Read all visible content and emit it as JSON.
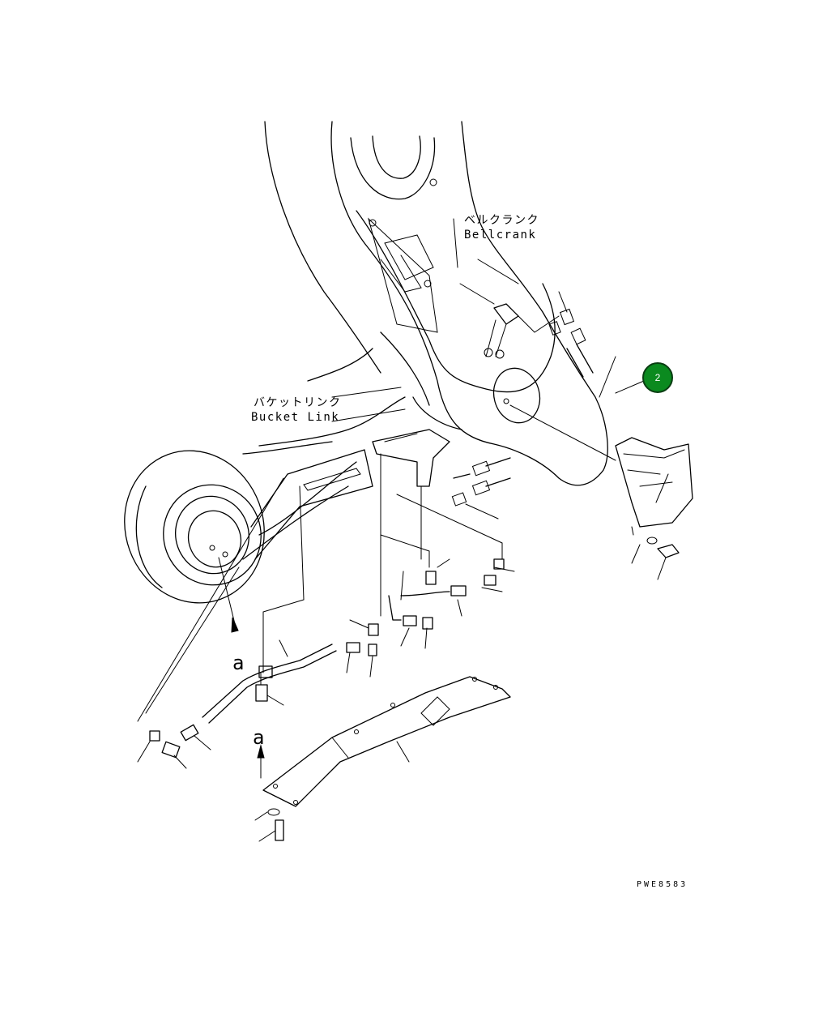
{
  "labels": {
    "bellcrank_jp": "ベルクランク",
    "bellcrank_en": "Bellcrank",
    "bucket_link_jp": "バケットリンク",
    "bucket_link_en": "Bucket Link"
  },
  "callouts": [
    {
      "id": "2",
      "color": "#0b8a1f"
    }
  ],
  "markers": {
    "arrow_a_upper": "a",
    "arrow_a_lower": "a"
  },
  "drawing_code": "PWE8583"
}
